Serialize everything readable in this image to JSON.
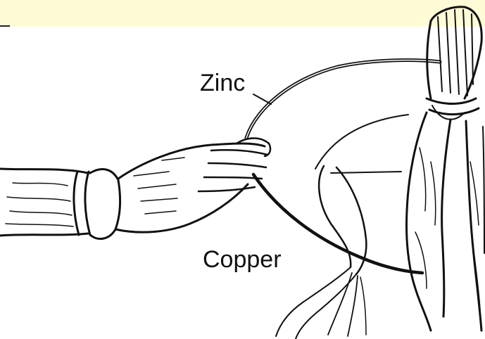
{
  "labels": {
    "zinc": "Zinc",
    "copper": "Copper"
  },
  "colors": {
    "ink": "#111111",
    "background": "#ffffff",
    "top_band": "#fffbd6"
  },
  "icons": [
    "hand-illustration",
    "frog-legs-illustration",
    "zinc-wire",
    "copper-wire"
  ]
}
